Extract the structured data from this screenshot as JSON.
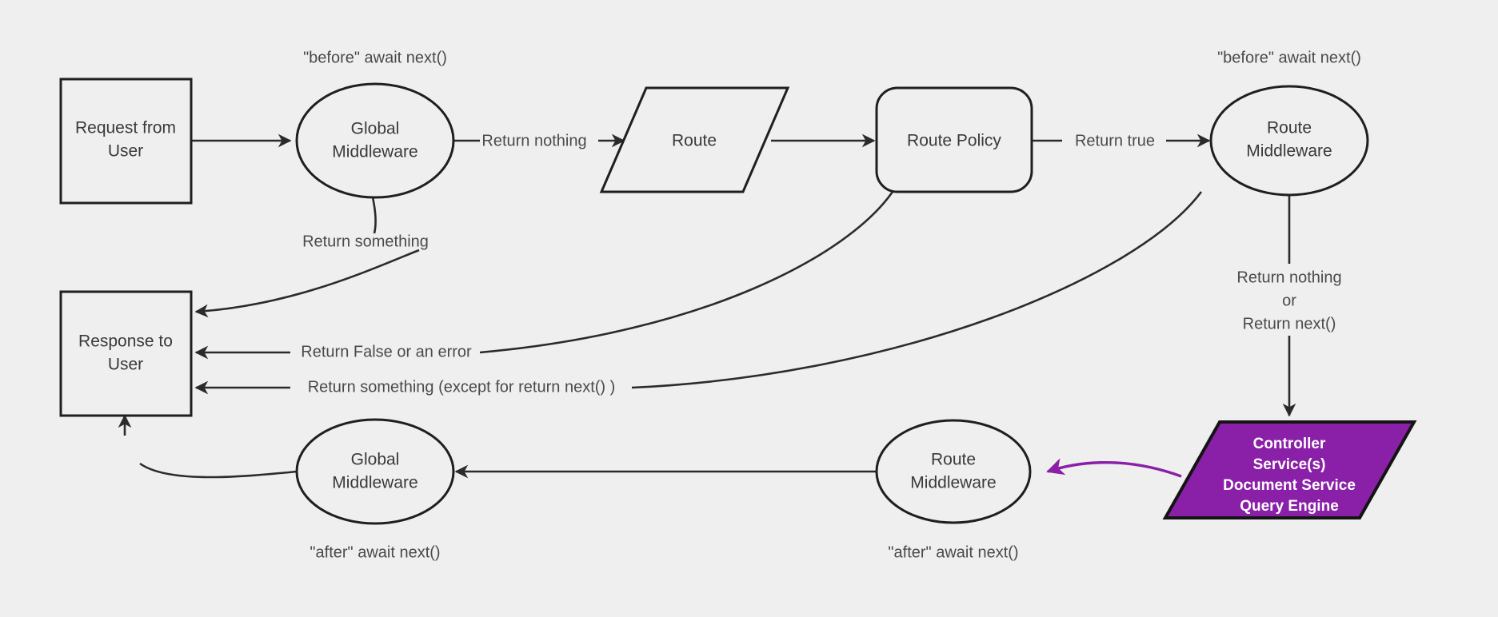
{
  "diagram": {
    "title": "Request / Middleware lifecycle flowchart",
    "background_color": "#efefef",
    "line_color": "#2b2b2b",
    "text_color": "#4a4a4a",
    "accent_color": "#8a1fa8",
    "accent_text_color": "#ffffff"
  },
  "nodes": {
    "request_from_user": {
      "line1": "Request from",
      "line2": "User",
      "shape": "rectangle"
    },
    "global_middleware_before": {
      "line1": "Global",
      "line2": "Middleware",
      "shape": "ellipse"
    },
    "route": {
      "line1": "Route",
      "shape": "parallelogram"
    },
    "route_policy": {
      "line1": "Route Policy",
      "shape": "rounded-rectangle"
    },
    "route_middleware_before": {
      "line1": "Route",
      "line2": "Middleware",
      "shape": "ellipse"
    },
    "controller": {
      "line1": "Controller",
      "line2": "Service(s)",
      "line3": "Document Service",
      "line4": "Query Engine",
      "shape": "parallelogram",
      "fill": "#8a1fa8"
    },
    "route_middleware_after": {
      "line1": "Route",
      "line2": "Middleware",
      "shape": "ellipse"
    },
    "global_middleware_after": {
      "line1": "Global",
      "line2": "Middleware",
      "shape": "ellipse"
    },
    "response_to_user": {
      "line1": "Response to",
      "line2": "User",
      "shape": "rectangle"
    }
  },
  "annotations": {
    "before_global": "\"before\" await next()",
    "before_route": "\"before\" await next()",
    "after_global": "\"after\" await next()",
    "after_route": "\"after\" await next()"
  },
  "edge_labels": {
    "return_nothing": "Return nothing",
    "return_true": "Return true",
    "return_something_global": "Return something",
    "return_false_or_error": "Return False or an error",
    "return_something_except_next": "Return something (except for return next() )",
    "return_nothing_or_next_l1": "Return nothing",
    "return_nothing_or_next_l2": "or",
    "return_nothing_or_next_l3": "Return next()"
  }
}
